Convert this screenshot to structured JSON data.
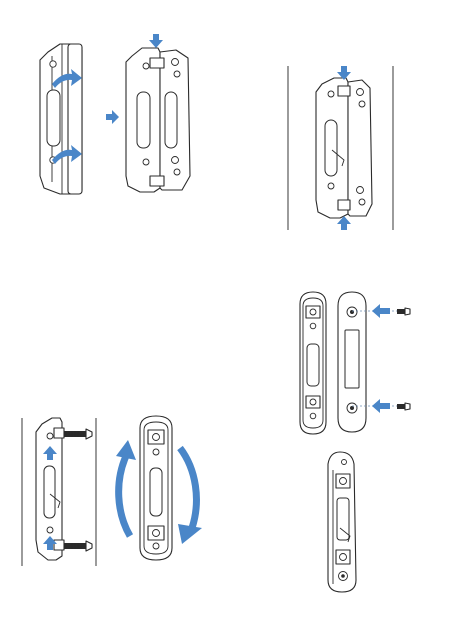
{
  "figure": {
    "panels": [
      {
        "id": "step-remove-cover"
      },
      {
        "id": "step-align-plate"
      },
      {
        "id": "step-screw-mount"
      },
      {
        "id": "step-rotate-handle"
      },
      {
        "id": "step-attach-faceplate"
      },
      {
        "id": "step-assembled"
      }
    ],
    "colors": {
      "arrow": "#4a86c8",
      "line": "#2b2b2b",
      "background": "#ffffff"
    },
    "icons": [
      "curved-arrow",
      "straight-arrow",
      "screw",
      "circular-rotation-arrow"
    ]
  }
}
